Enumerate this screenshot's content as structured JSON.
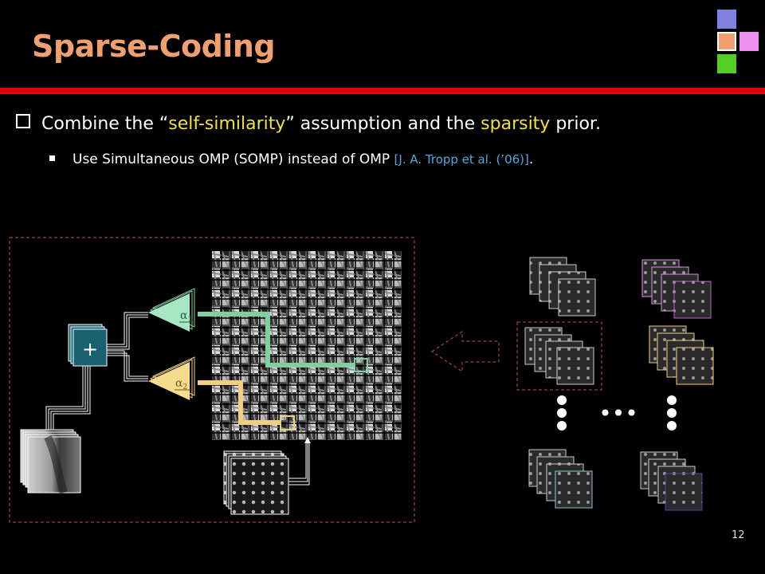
{
  "slide": {
    "title": "Sparse-Coding",
    "page_number": "12",
    "corner_colors": [
      "#8080e0",
      "#f0a070",
      "#f090f0",
      "#50d020"
    ]
  },
  "bullets": {
    "main": {
      "t1": "Combine the “",
      "h1": "self-similarity",
      "t2": "” assumption and the ",
      "h2": "sparsity",
      "t3": " prior."
    },
    "sub": {
      "t1": "Use Simultaneous OMP (SOMP) instead of OMP ",
      "ref": "[J. A. Tropp et al. (’06)]",
      "t2": "."
    }
  },
  "diagram": {
    "plus_label": "+",
    "alpha1": "α",
    "alpha1_sub": "1",
    "alpha2": "α",
    "alpha2_sub": "2",
    "ellipsis_label": "•••",
    "green_color": "#7fd0a0",
    "yellow_color": "#f0d080"
  }
}
